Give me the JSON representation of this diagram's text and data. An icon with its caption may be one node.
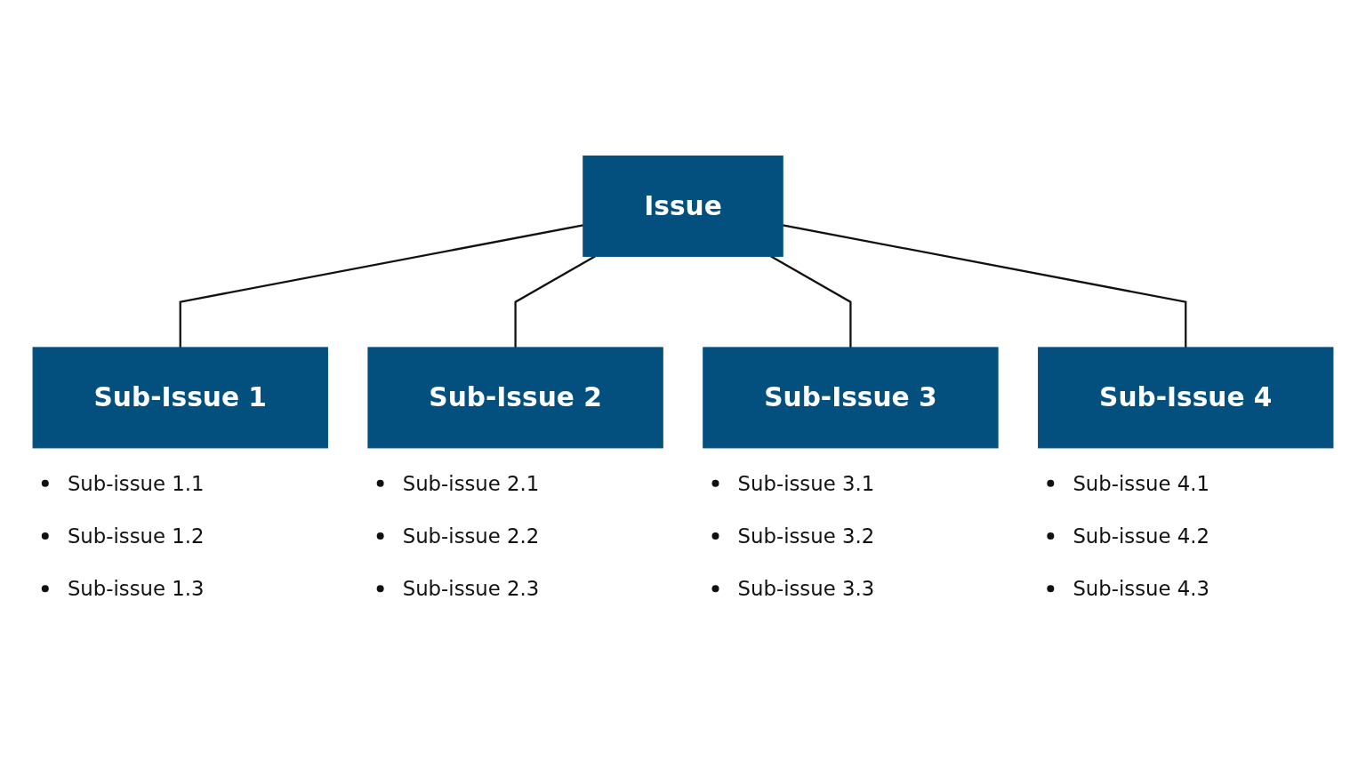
{
  "diagram": {
    "nodes": [
      {
        "text": [
          "Issue"
        ]
      },
      {
        "text": [
          "Sub-Issue 1"
        ],
        "beside": [
          "Sub-issue 1.1",
          "Sub-issue 1.2",
          "Sub-issue 1.3"
        ]
      },
      {
        "text": [
          "Sub-Issue 2"
        ],
        "beside": [
          "Sub-issue 2.1",
          "Sub-issue 2.2",
          "Sub-issue 2.3"
        ]
      },
      {
        "text": [
          "Sub-Issue 3"
        ],
        "beside": [
          "Sub-issue 3.1",
          "Sub-issue 3.2",
          "Sub-issue 3.3"
        ]
      },
      {
        "text": [
          "Sub-Issue 4"
        ],
        "beside": [
          "Sub-issue 4.1",
          "Sub-issue 4.2",
          "Sub-issue 4.3"
        ]
      }
    ],
    "edges": [
      {
        "from": 0,
        "to": 1,
        "arrow": "none"
      },
      {
        "from": 0,
        "to": 2,
        "arrow": "none"
      },
      {
        "from": 0,
        "to": 3,
        "arrow": "none"
      },
      {
        "from": 0,
        "to": 4,
        "arrow": "none"
      }
    ]
  }
}
